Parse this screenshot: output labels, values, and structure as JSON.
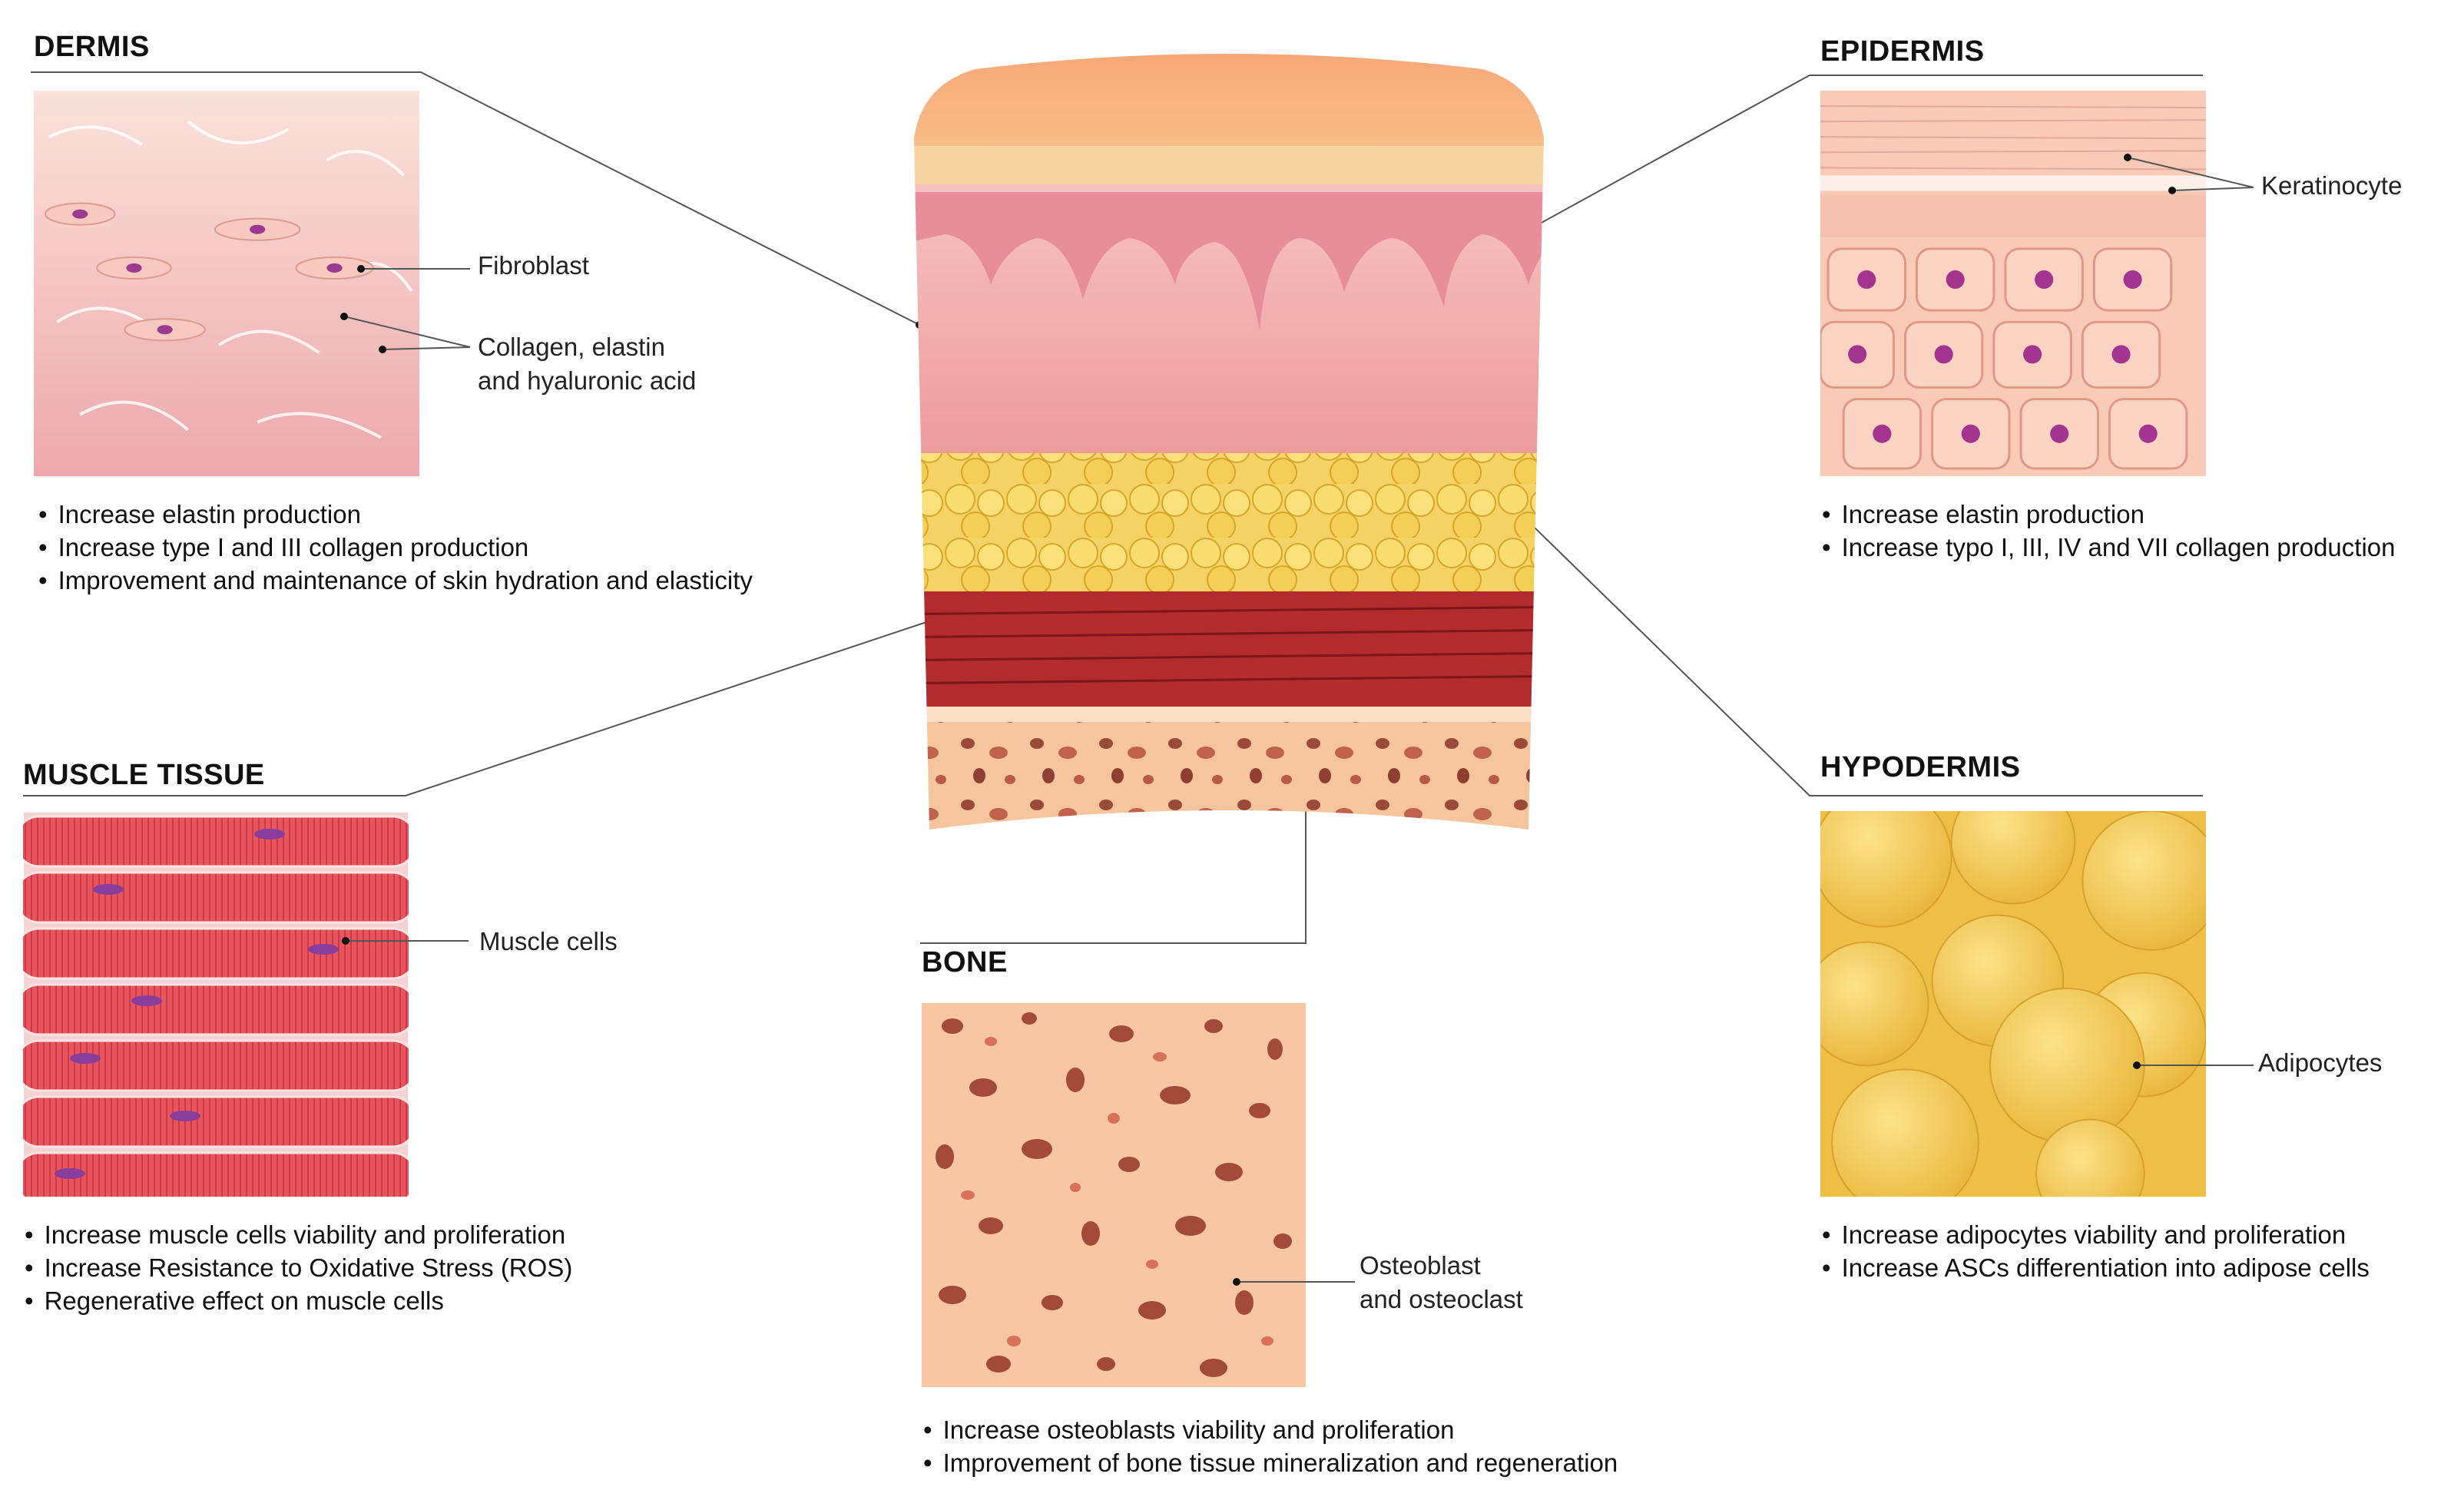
{
  "sections": {
    "dermis": {
      "title": "DERMIS",
      "labels": {
        "fibroblast": "Fibroblast",
        "collagen_line1": "Collagen, elastin",
        "collagen_line2": "and hyaluronic acid"
      },
      "bullets": [
        "Increase elastin production",
        "Increase type I and III collagen production",
        "Improvement and maintenance of skin hydration and elasticity"
      ]
    },
    "epidermis": {
      "title": "EPIDERMIS",
      "labels": {
        "keratinocyte": "Keratinocyte"
      },
      "bullets": [
        "Increase elastin production",
        "Increase typo I, III, IV and VII collagen production"
      ]
    },
    "muscle": {
      "title": "MUSCLE TISSUE",
      "labels": {
        "muscle_cells": "Muscle cells"
      },
      "bullets": [
        "Increase muscle cells viability and proliferation",
        "Increase Resistance to Oxidative Stress (ROS)",
        "Regenerative effect on muscle cells"
      ]
    },
    "bone": {
      "title": "BONE",
      "labels": {
        "osteo_line1": "Osteoblast",
        "osteo_line2": "and osteoclast"
      },
      "bullets": [
        "Increase osteoblasts viability and proliferation",
        "Improvement of bone tissue mineralization and regeneration"
      ]
    },
    "hypodermis": {
      "title": "HYPODERMIS",
      "labels": {
        "adipocytes": "Adipocytes"
      },
      "bullets": [
        "Increase adipocytes viability and proliferation",
        "Increase ASCs differentiation into adipose cells"
      ]
    }
  },
  "colors": {
    "skin_surface": "#f6b287",
    "dermis_pink": "#f3b7b5",
    "fat_yellow": "#f2cf55",
    "muscle_red": "#b62c2e",
    "bone_peach": "#f7c39c",
    "nucleus_purple": "#9c3a8f",
    "leader_line": "#555555"
  }
}
